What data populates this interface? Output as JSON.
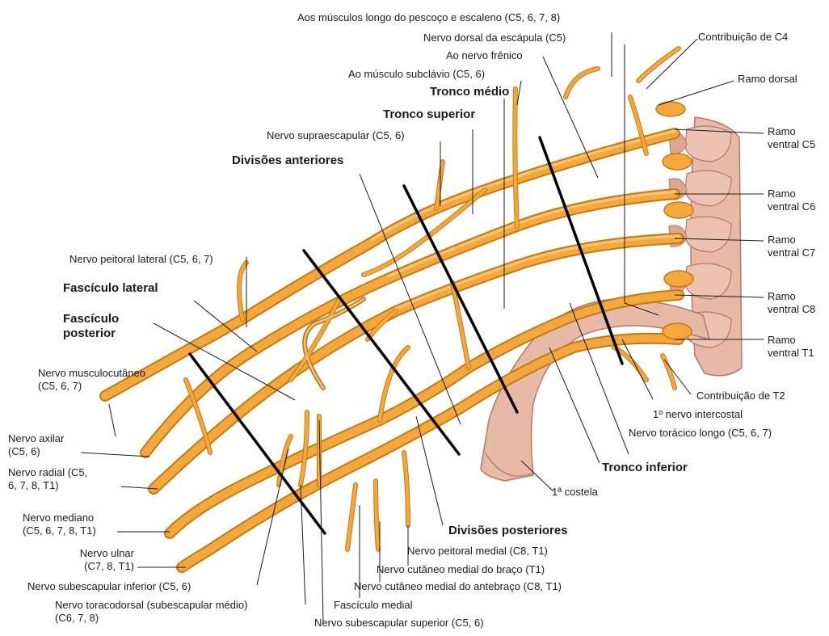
{
  "colors": {
    "nerve": "#f4a73a",
    "nerve_edge": "#c47a14",
    "nerve_light": "#fbd28a",
    "bone": "#e8b9a6",
    "bone_edge": "#b07a66",
    "leader": "#1a1a1a",
    "division_line": "#000000"
  },
  "labels": {
    "aos_musculos": "Aos músculos longo do pescoço e escaleno (C5, 6, 7, 8)",
    "dorsal_escapula": "Nervo dorsal da escápula (C5)",
    "nervo_frenico": "Ao nervo frênico",
    "subclavio": "Ao músculo subclávio (C5, 6)",
    "tronco_medio": "Tronco médio",
    "tronco_superior": "Tronco superior",
    "supraescapular": "Nervo supraescapular (C5, 6)",
    "divisoes_anteriores": "Divisões anteriores",
    "peitoral_lateral": "Nervo peitoral lateral (C5, 6, 7)",
    "fasciculo_lateral": "Fascículo lateral",
    "fasciculo_posterior": "Fascículo\nposterior",
    "musculocutaneo": "Nervo musculocutâneo\n(C5, 6, 7)",
    "axilar": "Nervo axilar\n(C5, 6)",
    "radial": "Nervo radial (C5,\n6, 7, 8, T1)",
    "mediano": "Nervo mediano\n(C5, 6, 7, 8, T1)",
    "ulnar": "Nervo ulnar\n(C7, 8, T1)",
    "subescapular_inferior": "Nervo subescapular inferior (C5, 6)",
    "toracodorsal": "Nervo toracodorsal (subescapular médio)\n(C6, 7, 8)",
    "fasciculo_medial": "Fascículo medial",
    "subescapular_superior": "Nervo subescapular superior (C5, 6)",
    "cutaneo_antebraco": "Nervo cutâneo medial do antebraço (C8, T1)",
    "cutaneo_braco": "Nervo cutâneo medial do braço (T1)",
    "peitoral_medial": "Nervo peitoral medial (C8, T1)",
    "divisoes_posteriores": "Divisões posteriores",
    "costela": "1ª costela",
    "tronco_inferior": "Tronco inferior",
    "toracico_longo": "Nervo torácico longo (C5, 6, 7)",
    "nervo_intercostal": "1º nervo intercostal",
    "contribuicao_t2": "Contribuição de T2",
    "contribuicao_c4": "Contribuição de C4",
    "ramo_dorsal": "Ramo dorsal",
    "ramo_c5": "Ramo\nventral C5",
    "ramo_c6": "Ramo\nventral C6",
    "ramo_c7": "Ramo\nventral C7",
    "ramo_c8": "Ramo\nventral C8",
    "ramo_t1": "Ramo\nventral T1"
  }
}
